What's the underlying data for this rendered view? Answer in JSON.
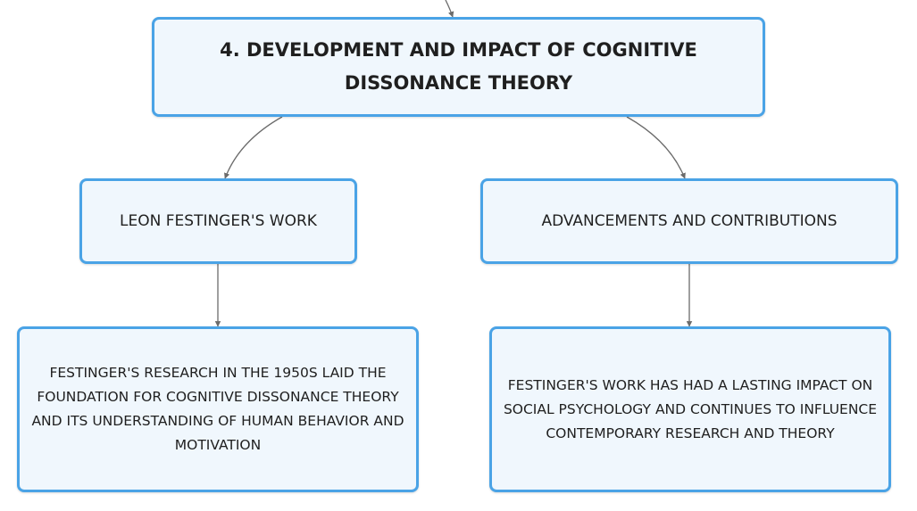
{
  "diagram": {
    "root": {
      "label": "4. DEVELOPMENT AND IMPACT OF COGNITIVE DISSONANCE THEORY"
    },
    "branches": [
      {
        "label": "LEON FESTINGER'S WORK",
        "detail": "FESTINGER'S RESEARCH IN THE 1950S LAID THE FOUNDATION FOR COGNITIVE DISSONANCE THEORY AND ITS UNDERSTANDING OF HUMAN BEHAVIOR AND MOTIVATION"
      },
      {
        "label": "ADVANCEMENTS AND CONTRIBUTIONS",
        "detail": "FESTINGER'S WORK HAS HAD A LASTING IMPACT ON SOCIAL PSYCHOLOGY AND CONTINUES TO INFLUENCE CONTEMPORARY RESEARCH AND THEORY"
      }
    ],
    "colors": {
      "node_border": "#4aa3e6",
      "node_fill": "#f0f7fd",
      "connector": "#6b6b6b",
      "text": "#1f1f1f"
    }
  }
}
